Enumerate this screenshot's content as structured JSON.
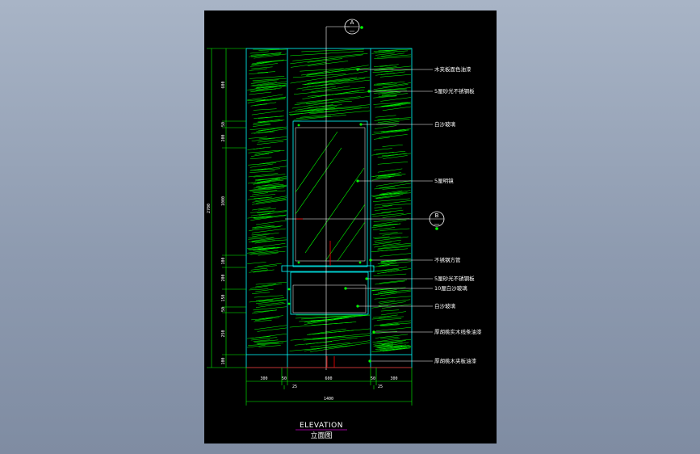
{
  "drawing": {
    "title_en": "ELEVATION",
    "title_cn": "立面图",
    "section_markers": [
      {
        "id": "A",
        "sub": "—"
      },
      {
        "id": "B",
        "sub": "—"
      }
    ],
    "callouts": [
      "木夹板面色油漆",
      "5厘砂光不锈钢板",
      "白沙玻璃",
      "5厘明镜",
      "不锈钢方管",
      "5厘砂光不锈钢板",
      "10厘白沙玻璃",
      "白沙玻璃",
      "厚胡桃实木线条油漆",
      "厚胡桃木夹板油漆"
    ],
    "dimensions": {
      "vertical_total": "2700",
      "vertical_segments": [
        "600",
        "50",
        "200",
        "1000",
        "100",
        "200",
        "150",
        "50",
        "250",
        "100"
      ],
      "horizontal_segments": [
        "300",
        "50",
        "600",
        "50",
        "300"
      ],
      "horizontal_sub": [
        "25",
        "25"
      ],
      "horizontal_total": "1400"
    },
    "colors": {
      "background": "#000000",
      "pattern": "#00ff00",
      "outline": "#00ffff",
      "dimension": "#00ff00",
      "accent": "#ff0000",
      "leader": "#ffffff",
      "title_underline": "#cc00cc"
    }
  }
}
